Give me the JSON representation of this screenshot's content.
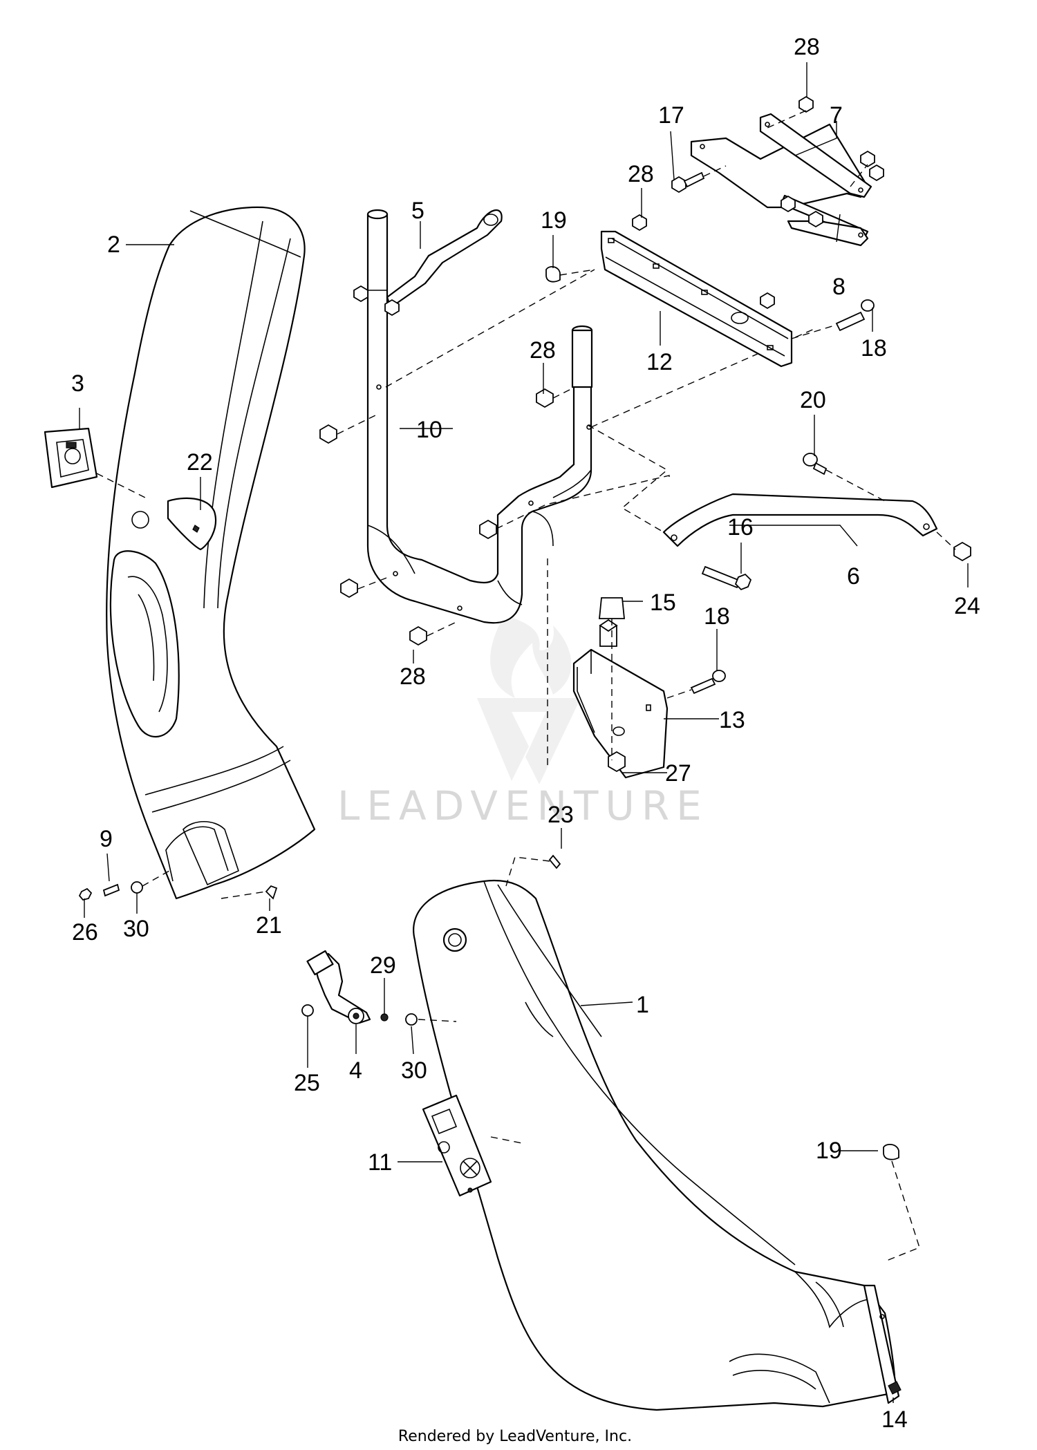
{
  "watermark": "LEADVENTURE",
  "footer": "Rendered by LeadVenture, Inc.",
  "callouts": [
    "28",
    "17",
    "7",
    "5",
    "28",
    "19",
    "2",
    "8",
    "12",
    "18",
    "3",
    "28",
    "10",
    "20",
    "22",
    "16",
    "6",
    "24",
    "15",
    "18",
    "28",
    "13",
    "27",
    "23",
    "9",
    "26",
    "30",
    "21",
    "29",
    "1",
    "25",
    "4",
    "30",
    "11",
    "19",
    "14"
  ]
}
